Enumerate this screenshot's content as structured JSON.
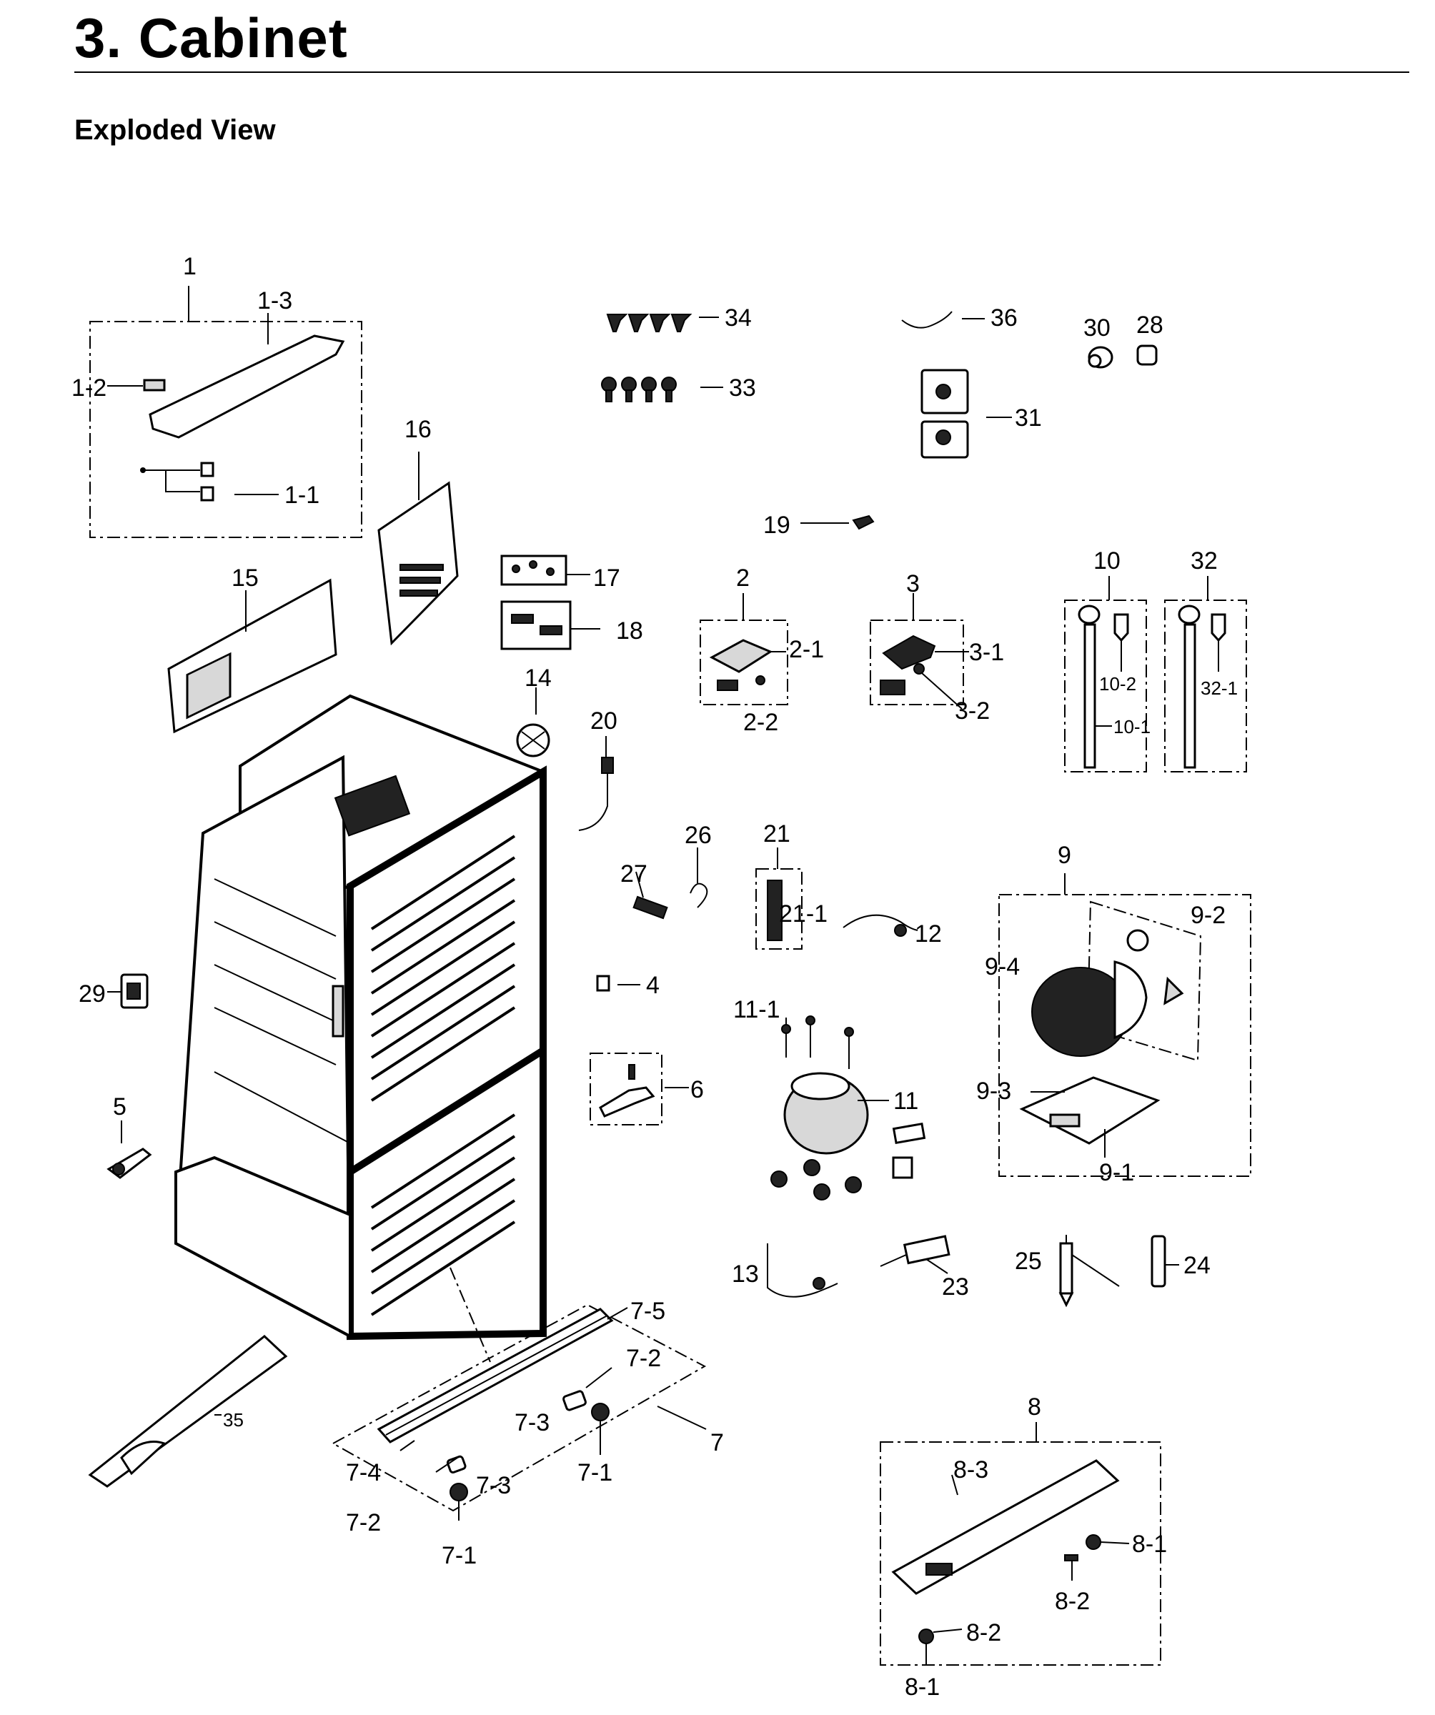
{
  "header": {
    "title": "3.  Cabinet",
    "subtitle": "Exploded View"
  },
  "callouts": {
    "c1": "1",
    "c1_1": "1-1",
    "c1_2": "1-2",
    "c1_3": "1-3",
    "c2": "2",
    "c2_1": "2-1",
    "c2_2": "2-2",
    "c3": "3",
    "c3_1": "3-1",
    "c3_2": "3-2",
    "c4": "4",
    "c5": "5",
    "c6": "6",
    "c7": "7",
    "c7_1a": "7-1",
    "c7_1b": "7-1",
    "c7_2a": "7-2",
    "c7_2b": "7-2",
    "c7_3a": "7-3",
    "c7_3b": "7-3",
    "c7_4": "7-4",
    "c7_5": "7-5",
    "c8": "8",
    "c8_1a": "8-1",
    "c8_1b": "8-1",
    "c8_2a": "8-2",
    "c8_2b": "8-2",
    "c8_3": "8-3",
    "c9": "9",
    "c9_1": "9-1",
    "c9_2": "9-2",
    "c9_3": "9-3",
    "c9_4": "9-4",
    "c10": "10",
    "c10_1": "10-1",
    "c10_2": "10-2",
    "c11": "11",
    "c11_1": "11-1",
    "c12": "12",
    "c13": "13",
    "c14": "14",
    "c15": "15",
    "c16": "16",
    "c17": "17",
    "c18": "18",
    "c19": "19",
    "c20": "20",
    "c21": "21",
    "c21_1": "21-1",
    "c23": "23",
    "c24": "24",
    "c25": "25",
    "c26": "26",
    "c27": "27",
    "c28": "28",
    "c29": "29",
    "c30": "30",
    "c31": "31",
    "c32": "32",
    "c32_1": "32-1",
    "c33": "33",
    "c34": "34",
    "c35": "35",
    "c36": "36"
  }
}
